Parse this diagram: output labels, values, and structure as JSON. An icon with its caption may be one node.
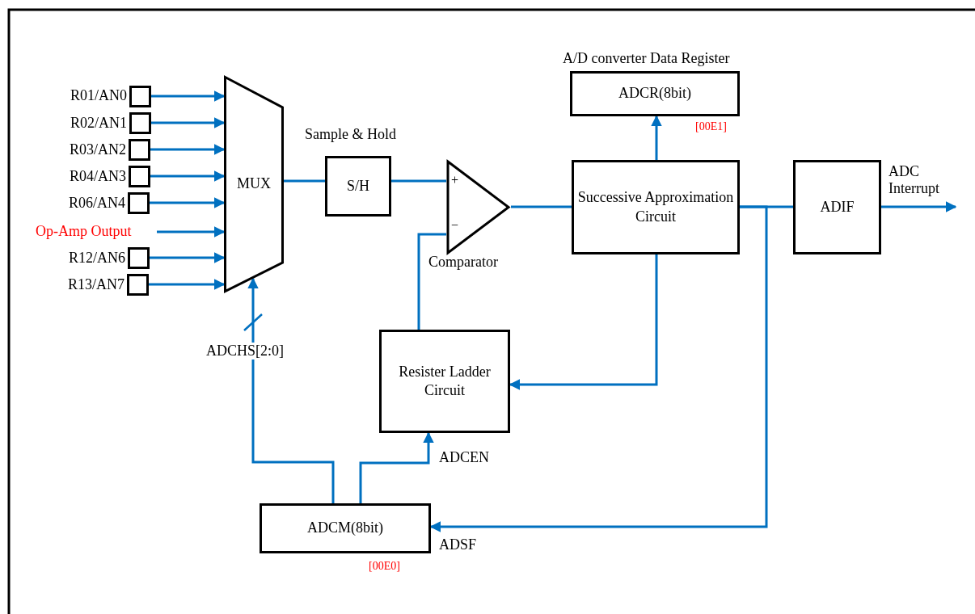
{
  "diagram": {
    "nodes": [
      {
        "text": [],
        "shape": "box",
        "beside": [
          "R01/AN0"
        ]
      },
      {
        "text": [],
        "shape": "box",
        "beside": [
          "R02/AN1"
        ]
      },
      {
        "text": [],
        "shape": "box",
        "beside": [
          "R03/AN2"
        ]
      },
      {
        "text": [],
        "shape": "box",
        "beside": [
          "R04/AN3"
        ]
      },
      {
        "text": [],
        "shape": "box",
        "beside": [
          "R06/AN4"
        ]
      },
      {
        "text": [
          "Op-Amp Output"
        ]
      },
      {
        "text": [],
        "shape": "box",
        "beside": [
          "R12/AN6"
        ]
      },
      {
        "text": [],
        "shape": "box",
        "beside": [
          "R13/AN7"
        ]
      },
      {
        "text": [
          "MUX"
        ]
      },
      {
        "text": [
          "S/H"
        ],
        "beside": [
          "Sample & Hold"
        ]
      },
      {
        "text": [
          "+",
          "−"
        ],
        "beside": [
          "Comparator"
        ]
      },
      {
        "text": [
          "ADCR(8bit)"
        ],
        "beside": [
          "A/D converter Data Register",
          "[00E1]"
        ]
      },
      {
        "text": [
          "Successive Approximation Circuit"
        ]
      },
      {
        "text": [
          "ADIF"
        ]
      },
      {
        "text": [
          "Resister Ladder Circuit"
        ]
      },
      {
        "text": [
          "ADCM(8bit)"
        ],
        "beside": [
          "[00E0]"
        ]
      }
    ],
    "edges": [
      {
        "from": 0,
        "to": 8,
        "arrow": "to"
      },
      {
        "from": 1,
        "to": 8,
        "arrow": "to"
      },
      {
        "from": 2,
        "to": 8,
        "arrow": "to"
      },
      {
        "from": 3,
        "to": 8,
        "arrow": "to"
      },
      {
        "from": 4,
        "to": 8,
        "arrow": "to"
      },
      {
        "from": 5,
        "to": 8,
        "arrow": "to"
      },
      {
        "from": 6,
        "to": 8,
        "arrow": "to"
      },
      {
        "from": 7,
        "to": 8,
        "arrow": "to"
      },
      {
        "from": 8,
        "to": 9,
        "arrow": "none"
      },
      {
        "from": 9,
        "to": 10,
        "arrow": "none"
      },
      {
        "from": 10,
        "to": 12,
        "arrow": "none"
      },
      {
        "from": 12,
        "to": 11,
        "arrow": "to"
      },
      {
        "from": 12,
        "to": 13,
        "arrow": "none"
      },
      {
        "from": 13,
        "to": null,
        "arrow": "to",
        "label": "ADC Interrupt"
      },
      {
        "from": 12,
        "to": 14,
        "arrow": "to"
      },
      {
        "from": 14,
        "to": 10,
        "arrow": "none"
      },
      {
        "from": 15,
        "to": 8,
        "arrow": "to",
        "label": "ADCHS[2:0]"
      },
      {
        "from": 15,
        "to": 14,
        "arrow": "to",
        "label": "ADCEN"
      },
      {
        "from": 12,
        "to": 15,
        "arrow": "to",
        "label": "ADSF"
      }
    ]
  }
}
